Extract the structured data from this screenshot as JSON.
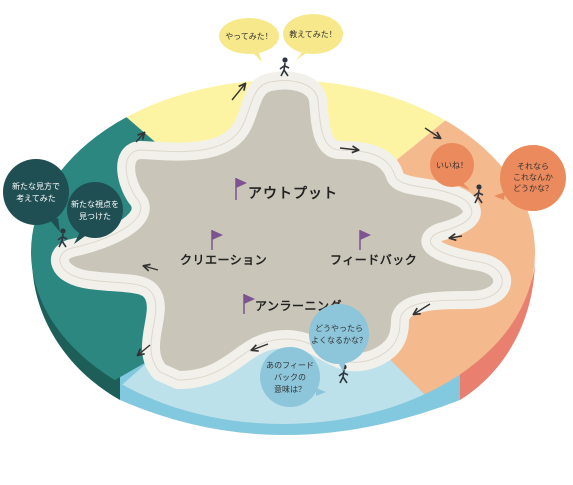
{
  "diagram": {
    "colors": {
      "output": "#fcf4a3",
      "feedback": "#f4b98d",
      "learning": "#bde1ea",
      "creation": "#2c8781",
      "side_blue": "#82c8df",
      "side_teal": "#1e5e59",
      "side_coral": "#e97f6f",
      "flag": "#7d5391",
      "path": "#f2f0ea",
      "path_edge": "#c9c5b8",
      "arrow": "#333333"
    },
    "quadrants": {
      "output": "アウトプット",
      "feedback": "フィードバック",
      "learning": "アンラーニング",
      "creation": "クリエーション"
    },
    "bubbles": {
      "tried_it": "やってみた！",
      "taught_it": "教えてみた！",
      "nice": "いいね！",
      "how_about": [
        "それなら",
        "これなんか",
        "どうかな？"
      ],
      "new_view_thought": [
        "新たな見方で",
        "考えてみた"
      ],
      "new_perspective_found": [
        "新たな視点を",
        "見つけた"
      ],
      "how_to_improve": [
        "どうやったら",
        "よくなるかな？"
      ],
      "meaning": [
        "あのフィード",
        "バックの",
        "意味は？"
      ]
    }
  }
}
